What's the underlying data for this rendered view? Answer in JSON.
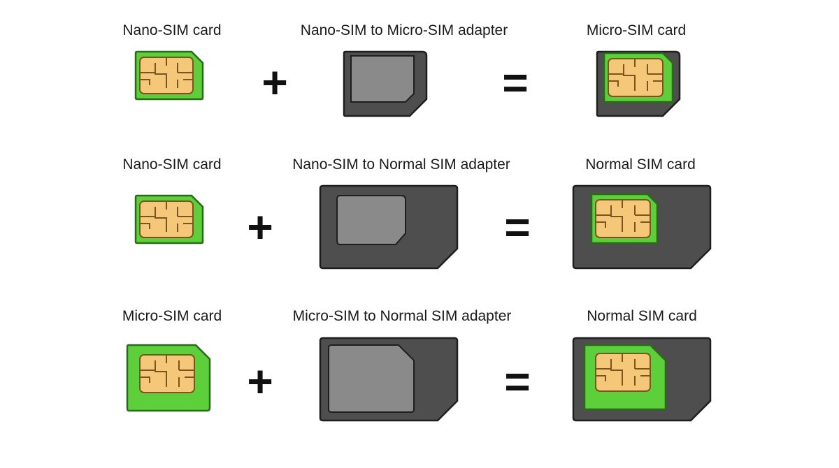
{
  "colors": {
    "green_fill": "#5ccf3b",
    "green_edge": "#2a6b1a",
    "adapter_fill": "#4e4e4e",
    "adapter_edge": "#1e1e1e",
    "slot_fill": "#8a8a8a",
    "chip_fill": "#f4c779",
    "chip_light": "#f8dfa6",
    "chip_edge": "#7a5520"
  },
  "rows": [
    {
      "left_label": "Nano-SIM card",
      "adapter_label": "Nano-SIM to Micro-SIM adapter",
      "result_label": "Micro-SIM card",
      "plus": "+",
      "equals": "="
    },
    {
      "left_label": "Nano-SIM card",
      "adapter_label": "Nano-SIM to Normal SIM adapter",
      "result_label": "Normal SIM card",
      "plus": "+",
      "equals": "="
    },
    {
      "left_label": "Micro-SIM card",
      "adapter_label": "Micro-SIM to Normal SIM adapter",
      "result_label": "Normal SIM card",
      "plus": "+",
      "equals": "="
    }
  ]
}
